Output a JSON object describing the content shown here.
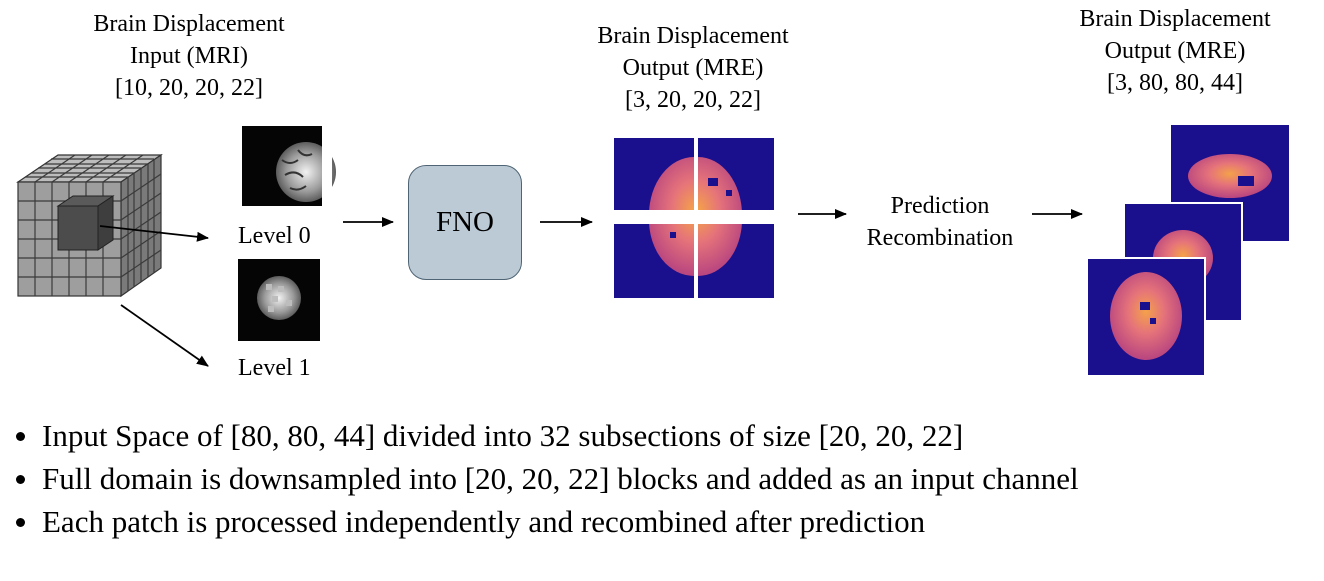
{
  "input": {
    "title_line1": "Brain Displacement",
    "title_line2": "Input (MRI)",
    "shape": "[10, 20, 20, 22]"
  },
  "levels": {
    "level0": "Level 0",
    "level1": "Level 1"
  },
  "model": {
    "label": "FNO"
  },
  "output_patches": {
    "title_line1": "Brain Displacement",
    "title_line2": "Output (MRE)",
    "shape": "[3, 20, 20, 22]"
  },
  "recombination": {
    "line1": "Prediction",
    "line2": "Recombination"
  },
  "output_full": {
    "title_line1": "Brain Displacement",
    "title_line2": "Output (MRE)",
    "shape": "[3, 80, 80, 44]"
  },
  "bullets": [
    "Input Space of [80, 80, 44] divided into 32 subsections of size [20, 20, 22]",
    "Full domain is downsampled into [20, 20, 22] blocks and added as an input channel",
    "Each patch is processed independently and recombined after prediction"
  ],
  "colors": {
    "mre_background": "#1a0f8c",
    "brain_warm": "#e0607a",
    "brain_hot": "#f2a04a",
    "fno_fill": "#bccad6"
  }
}
